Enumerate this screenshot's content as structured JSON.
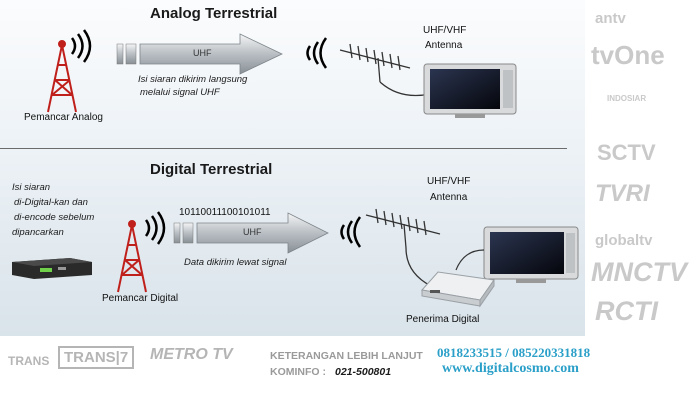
{
  "analog": {
    "title": "Analog Terrestrial",
    "signal_label": "UHF",
    "caption_line1": "Isi siaran dikirim langsung",
    "caption_line2": "melalui signal UHF",
    "antenna_label_line1": "UHF/VHF",
    "antenna_label_line2": "Antenna",
    "transmitter_label": "Pemancar Analog"
  },
  "digital": {
    "title": "Digital Terrestrial",
    "content_line1": "Isi siaran",
    "content_line2": "di-Digital-kan dan",
    "content_line3": "di-encode sebelum",
    "content_line4": "dipancarkan",
    "binary": "10110011100101011",
    "signal_label": "UHF",
    "caption": "Data dikirim lewat signal",
    "antenna_label_line1": "UHF/VHF",
    "antenna_label_line2": "Antenna",
    "transmitter_label": "Pemancar Digital",
    "receiver_label": "Penerima Digital"
  },
  "channel_logos": [
    "antv",
    "tvOne",
    "INDOSIAR",
    "SCTV",
    "TVRI",
    "globaltv",
    "MNCTV",
    "RCTI"
  ],
  "bottom_logos": [
    "TRANS",
    "TRANS|7",
    "METRO TV"
  ],
  "footer": {
    "info_line1": "KETERANGAN LEBIH LANJUT",
    "info_line2_label": "KOMINFO :",
    "info_line2_value": "021-500801",
    "phones": "0818233515 / 085220331818",
    "website": "www.digitalcosmo.com"
  },
  "colors": {
    "tower": "#c0201b",
    "arrow": "#9fa6ac",
    "contact": "#2a9fc8",
    "tv_screen": "#0d0f1a"
  }
}
